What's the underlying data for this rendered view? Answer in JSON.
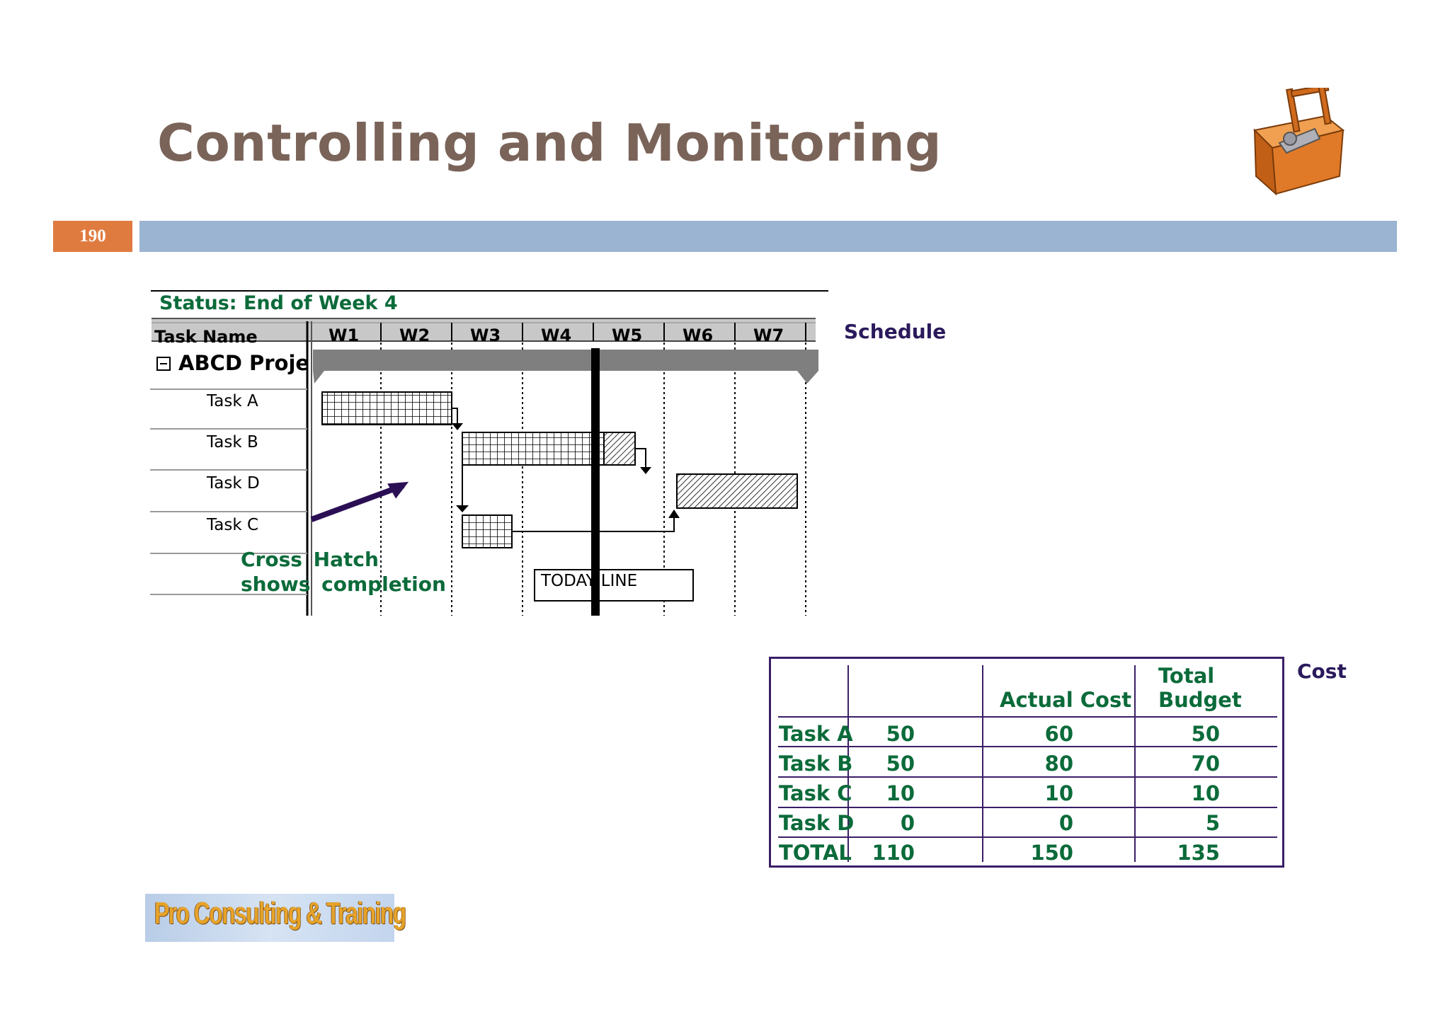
{
  "slide": {
    "title": "Controlling and Monitoring",
    "number": "190",
    "icon": "toolbox-icon"
  },
  "gantt": {
    "status": "Status: End of Week 4",
    "header_task": "Task Name",
    "weeks": [
      "W1",
      "W2",
      "W3",
      "W4",
      "W5",
      "W6",
      "W7"
    ],
    "project": "ABCD Project",
    "tasks": [
      "Task A",
      "Task B",
      "Task D",
      "Task C"
    ],
    "side_label": "Schedule",
    "annotation_line1": "Cross Hatch",
    "annotation_line2": "shows completion",
    "today_label": "TODAY LINE"
  },
  "cost": {
    "side_label": "Cost",
    "headers": [
      "",
      "",
      "Actual Cost",
      "Total",
      "Budget"
    ],
    "rows": [
      {
        "task": "Task A",
        "c1": "50",
        "actual": "60",
        "budget": "50"
      },
      {
        "task": "Task B",
        "c1": "50",
        "actual": "80",
        "budget": "70"
      },
      {
        "task": "Task C",
        "c1": "10",
        "actual": "10",
        "budget": "10"
      },
      {
        "task": "Task D",
        "c1": "0",
        "actual": "0",
        "budget": "5"
      },
      {
        "task": "TOTAL",
        "c1": "110",
        "actual": "150",
        "budget": "135"
      }
    ]
  },
  "footer": {
    "logo_text": "Pro Consulting & Training"
  },
  "colors": {
    "title": "#7a6358",
    "slide_number_bg": "#e07b40",
    "band": "#9ab4d2",
    "green_text": "#0b6b3a",
    "purple": "#2b1a5c"
  }
}
